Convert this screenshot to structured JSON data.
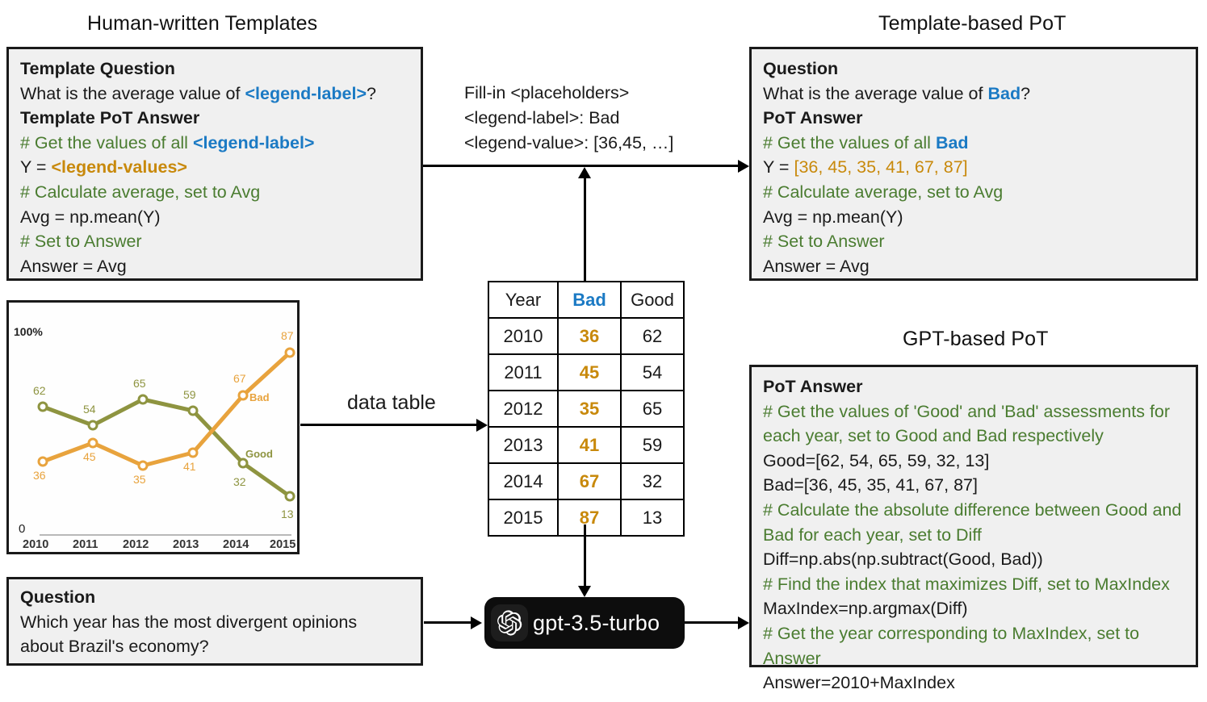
{
  "headings": {
    "left": "Human-written Templates",
    "top_right": "Template-based PoT",
    "bottom_right": "GPT-based PoT"
  },
  "colors": {
    "blue": "#1b7ac4",
    "green": "#4a7c30",
    "gold": "#c8890b",
    "chart_good": "#8e9440",
    "chart_bad": "#e8a33d",
    "box_bg": "#f0f0f0",
    "box_border": "#1a1a1a",
    "gpt_badge_bg": "#0d0d0d"
  },
  "template_box": {
    "question_heading": "Template Question",
    "question_pre": "What is the average value of ",
    "question_placeholder": "<legend-label>",
    "question_post": "?",
    "answer_heading": "Template PoT Answer",
    "comment1_pre": "# Get the values of all ",
    "comment1_placeholder": "<legend-label>",
    "code1_pre": "Y = ",
    "code1_placeholder": "<legend-values>",
    "comment2": "# Calculate average, set to Avg",
    "code2": "Avg = np.mean(Y)",
    "comment3": "# Set to Answer",
    "code3": "Answer = Avg"
  },
  "fill_in": {
    "title": "Fill-in <placeholders>",
    "label_line": "<legend-label>: Bad",
    "value_line": "<legend-value>: [36,45, …]"
  },
  "template_pot_box": {
    "question_heading": "Question",
    "question_pre": "What is the average value of ",
    "question_value": "Bad",
    "question_post": "?",
    "answer_heading": "PoT Answer",
    "comment1_pre": "# Get the values of all ",
    "comment1_value": "Bad",
    "code1_pre": "Y = ",
    "code1_value": "[36, 45, 35, 41, 67, 87]",
    "comment2": "# Calculate average, set to Avg",
    "code2": "Avg = np.mean(Y)",
    "comment3": "# Set to Answer",
    "code3": "Answer = Avg"
  },
  "gpt_pot_box": {
    "answer_heading": "PoT  Answer",
    "comment1": "# Get the values of 'Good' and 'Bad' assessments for each year, set to Good and Bad respectively",
    "code1": "Good=[62, 54, 65, 59, 32, 13]",
    "code2": "Bad=[36, 45, 35, 41, 67, 87]",
    "comment2": "# Calculate the absolute difference between Good and Bad for each year, set to Diff",
    "code3": "Diff=np.abs(np.subtract(Good, Bad))",
    "comment3": "# Find the index that maximizes Diff, set to MaxIndex",
    "code4": "MaxIndex=np.argmax(Diff)",
    "comment4": "# Get the year corresponding to MaxIndex, set to Answer",
    "code5": "Answer=2010+MaxIndex"
  },
  "question_box": {
    "heading": "Question",
    "line1": "Which year has the most divergent opinions",
    "line2": "about Brazil's economy?"
  },
  "arrows": {
    "data_table_label": "data table"
  },
  "gpt_badge": {
    "name": "gpt-3.5-turbo",
    "icon": "openai-logo-icon"
  },
  "table": {
    "columns": [
      "Year",
      "Bad",
      "Good"
    ],
    "rows": [
      [
        "2010",
        "36",
        "62"
      ],
      [
        "2011",
        "45",
        "54"
      ],
      [
        "2012",
        "35",
        "65"
      ],
      [
        "2013",
        "41",
        "59"
      ],
      [
        "2014",
        "67",
        "32"
      ],
      [
        "2015",
        "87",
        "13"
      ]
    ]
  },
  "chart_data": {
    "type": "line",
    "title": "",
    "xlabel": "",
    "ylabel": "",
    "x": [
      "2010",
      "2011",
      "2012",
      "2013",
      "2014",
      "2015"
    ],
    "categories": [
      "2010",
      "2011",
      "2012",
      "2013",
      "2014",
      "2015"
    ],
    "ylim": [
      0,
      100
    ],
    "y_axis_top_label": "100%",
    "y_axis_bottom_label": "0",
    "grid": false,
    "legend": "inline-series-labels",
    "series": [
      {
        "name": "Good",
        "values": [
          62,
          54,
          65,
          59,
          32,
          13
        ],
        "color": "#8e9440"
      },
      {
        "name": "Bad",
        "values": [
          36,
          45,
          35,
          41,
          67,
          87
        ],
        "color": "#e8a33d"
      }
    ]
  }
}
